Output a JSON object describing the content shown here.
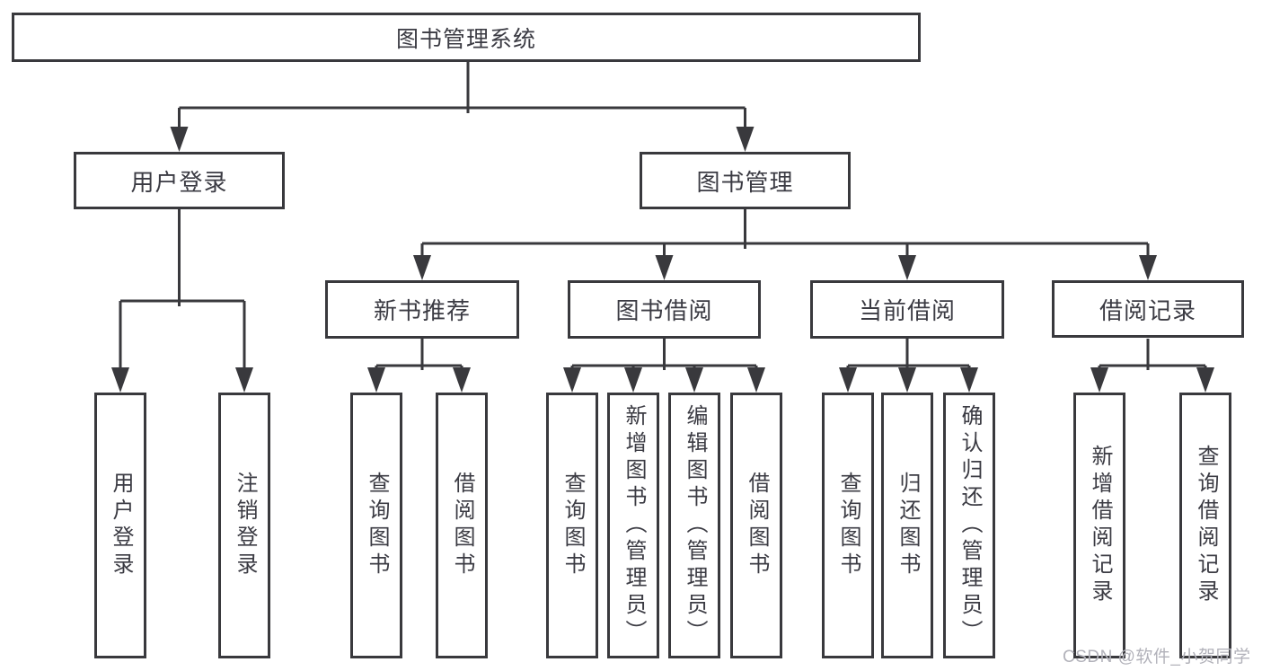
{
  "diagram": {
    "root": "图书管理系统",
    "level2": [
      {
        "label": "用户登录",
        "children": [
          "用户登录",
          "注销登录"
        ]
      },
      {
        "label": "图书管理"
      }
    ],
    "level3": [
      {
        "label": "新书推荐",
        "children": [
          "查询图书",
          "借阅图书"
        ]
      },
      {
        "label": "图书借阅",
        "children": [
          "查询图书",
          "新增图书（管理员）",
          "编辑图书（管理员）",
          "借阅图书"
        ]
      },
      {
        "label": "当前借阅",
        "children": [
          "查询图书",
          "归还图书",
          "确认归还（管理员）"
        ]
      },
      {
        "label": "借阅记录",
        "children": [
          "新增借阅记录",
          "查询借阅记录"
        ]
      }
    ],
    "watermark": "CSDN @软件_小贺同学",
    "colors": {
      "line": "#39393d",
      "text": "#3b3b43",
      "watermark": "#b2b2ba",
      "background": "#ffffff"
    }
  }
}
